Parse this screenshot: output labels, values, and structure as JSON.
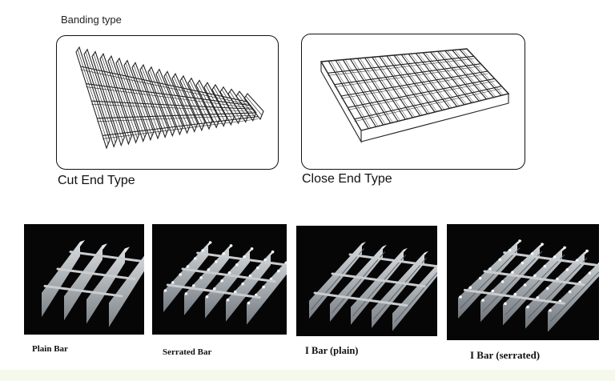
{
  "section_title": "Banding type",
  "end_types": [
    {
      "label": "Cut End Type"
    },
    {
      "label": "Close End Type"
    }
  ],
  "bar_types": [
    {
      "caption": "Plain Bar"
    },
    {
      "caption": "Serrated Bar"
    },
    {
      "caption": "I Bar (plain)"
    },
    {
      "caption": "I Bar (serrated)"
    }
  ],
  "colors": {
    "outline": "#111111",
    "photo_background": "#060606",
    "steel": "#9aa0a6",
    "steel_highlight": "#d4d8dc"
  }
}
